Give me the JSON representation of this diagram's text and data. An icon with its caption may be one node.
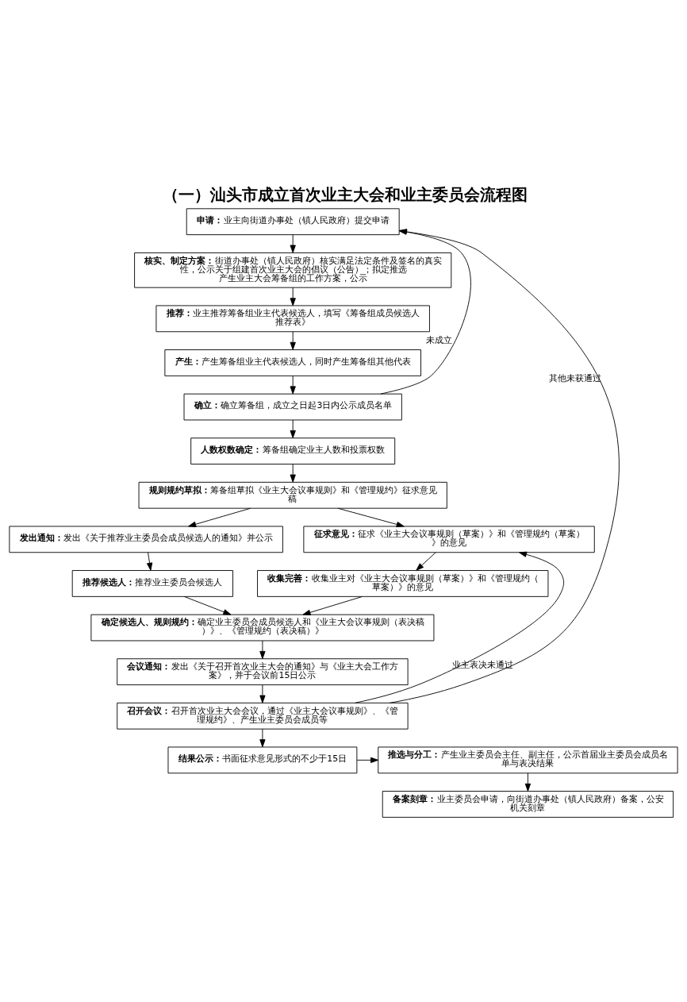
{
  "diagram": {
    "title": "（一）汕头市成立首次业主大会和业主委员会流程图",
    "nodes": [
      {
        "text": [
          "申请：",
          "业主向街道办事处（镇人民政府）提交申请"
        ]
      },
      {
        "text": [
          "核实、制定方案：",
          "街道办事处（镇人民政府）核实满足法定条件及签名的真实性，公示关于组建首次业主大会的倡议（公告）；拟定推选产生业主大会筹备组的工作方案，公示"
        ]
      },
      {
        "text": [
          "推荐：",
          "业主推荐筹备组业主代表候选人，填写《筹备组成员候选人推荐表》"
        ]
      },
      {
        "text": [
          "产生：",
          "产生筹备组业主代表候选人，同时产生筹备组其他代表"
        ]
      },
      {
        "text": [
          "确立：",
          "确立筹备组，成立之日起3日内公示成员名单"
        ]
      },
      {
        "text": [
          "人数权数确定：",
          "筹备组确定业主人数和投票权数"
        ]
      },
      {
        "text": [
          "规则规约草拟：",
          "筹备组草拟《业主大会议事规则》和《管理规约》征求意见稿"
        ]
      },
      {
        "text": [
          "发出通知：",
          "发出《关于推荐业主委员会成员候选人的通知》并公示"
        ]
      },
      {
        "text": [
          "征求意见：",
          "征求《业主大会议事规则（草案）》和《管理规约（草案）》的意见"
        ]
      },
      {
        "text": [
          "推荐候选人：",
          "推荐业主委员会候选人"
        ]
      },
      {
        "text": [
          "收集完善：",
          "收集业主对《业主大会议事规则（草案）》和《管理规约（草案）》的意见"
        ]
      },
      {
        "text": [
          "确定候选人、规则规约：",
          "确定业主委员会成员候选人和《业主大会议事规则（表决稿）》、《管理规约（表决稿）》"
        ]
      },
      {
        "text": [
          "会议通知：",
          "发出《关于召开首次业主大会的通知》与《业主大会工作方案》，并于会议前15日公示"
        ]
      },
      {
        "text": [
          "召开会议：",
          "召开首次业主大会会议，通过《业主大会议事规则》、《管理规约》、产生业主委员会成员等"
        ]
      },
      {
        "text": [
          "结果公示：",
          "书面征求意见形式的不少于15日"
        ]
      },
      {
        "text": [
          "推选与分工：",
          "产生业主委员会主任、副主任，公示首届业主委员会成员名单与表决结果"
        ]
      },
      {
        "text": [
          "备案刻章：",
          "业主委员会申请，向街道办事处（镇人民政府）备案，公安机关刻章"
        ]
      }
    ],
    "edges": [
      {
        "from": 0,
        "to": 1,
        "arrow": "to"
      },
      {
        "from": 1,
        "to": 2,
        "arrow": "to"
      },
      {
        "from": 2,
        "to": 3,
        "arrow": "to"
      },
      {
        "from": 3,
        "to": 4,
        "arrow": "to"
      },
      {
        "from": 4,
        "to": 5,
        "arrow": "to"
      },
      {
        "from": 4,
        "to": 0,
        "arrow": "to",
        "label": "未成立"
      },
      {
        "from": 5,
        "to": 6,
        "arrow": "to"
      },
      {
        "from": 6,
        "to": 7,
        "arrow": "to"
      },
      {
        "from": 6,
        "to": 8,
        "arrow": "to"
      },
      {
        "from": 7,
        "to": 9,
        "arrow": "to"
      },
      {
        "from": 8,
        "to": 10,
        "arrow": "to"
      },
      {
        "from": 9,
        "to": 11,
        "arrow": "to"
      },
      {
        "from": 10,
        "to": 11,
        "arrow": "to"
      },
      {
        "from": 11,
        "to": 12,
        "arrow": "to"
      },
      {
        "from": 12,
        "to": 13,
        "arrow": "to"
      },
      {
        "from": 13,
        "to": 8,
        "arrow": "to",
        "label": "业主表决未通过"
      },
      {
        "from": 13,
        "to": 0,
        "arrow": "to",
        "label": "其他未获通过"
      },
      {
        "from": 13,
        "to": 14,
        "arrow": "to"
      },
      {
        "from": 14,
        "to": 15,
        "arrow": "to"
      },
      {
        "from": 15,
        "to": 16,
        "arrow": "to"
      }
    ]
  }
}
